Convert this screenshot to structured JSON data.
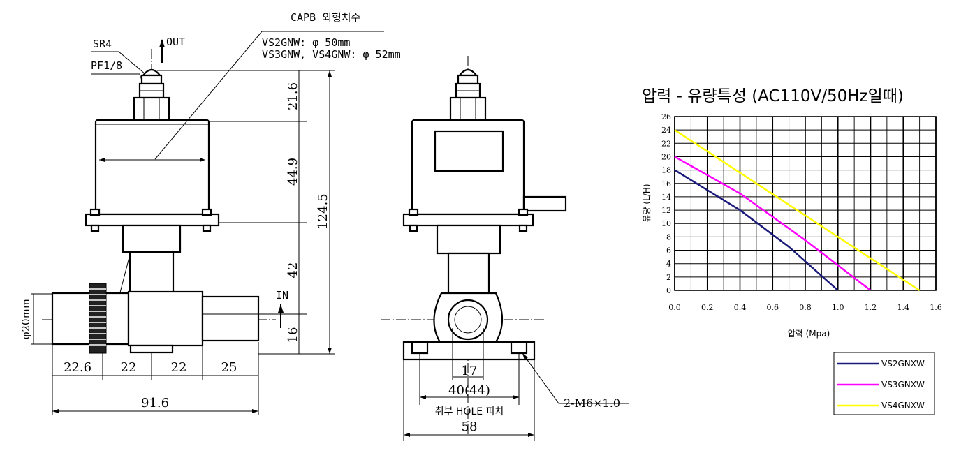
{
  "drawing": {
    "capb_title": "CAPB 외형치수",
    "capb_line1": "VS2GNW: φ 50mm",
    "capb_line2": "VS3GNW, VS4GNW: φ 52mm",
    "sr_label": "SR4",
    "pf_label": "PF1/8",
    "out_label": "OUT",
    "in_label": "IN",
    "dim_21_6": "21.6",
    "dim_44_9": "44.9",
    "dim_124_5": "124.5",
    "dim_42": "42",
    "dim_16": "16",
    "dim_phi20": "φ20mm",
    "dim_22_6": "22.6",
    "dim_22a": "22",
    "dim_22b": "22",
    "dim_25": "25",
    "dim_91_6": "91.6",
    "dim_17": "17",
    "dim_40_44": "40(44)",
    "hole_pitch": "취부 HOLE 피치",
    "dim_58": "58",
    "thread_label": "2-M6×1.0"
  },
  "chart_data": {
    "type": "line",
    "title": "압력 - 유량특성 (AC110V/50Hz일때)",
    "xlabel": "압력 (Mpa)",
    "ylabel": "유량 (L/H)",
    "xlim": [
      0,
      1.6
    ],
    "ylim": [
      0,
      26
    ],
    "x_ticks": [
      "0.0",
      "0.2",
      "0.4",
      "0.6",
      "0.8",
      "1.0",
      "1.2",
      "1.4",
      "1.6"
    ],
    "y_ticks": [
      "0",
      "2",
      "4",
      "6",
      "8",
      "10",
      "12",
      "14",
      "16",
      "18",
      "20",
      "22",
      "24",
      "26"
    ],
    "grid": true,
    "legend_position": "bottom-right",
    "series": [
      {
        "name": "VS2GNXW",
        "color": "#1a1a7a",
        "x": [
          0,
          0.4,
          0.7,
          1.0
        ],
        "y": [
          18,
          12,
          6.5,
          0
        ]
      },
      {
        "name": "VS3GNXW",
        "color": "#ff00ff",
        "x": [
          0,
          0.4,
          0.8,
          1.2
        ],
        "y": [
          20,
          14.5,
          7.5,
          0
        ]
      },
      {
        "name": "VS4GNXW",
        "color": "#ffff00",
        "x": [
          0,
          0.5,
          1.0,
          1.5
        ],
        "y": [
          24,
          16,
          8,
          0
        ]
      }
    ]
  }
}
